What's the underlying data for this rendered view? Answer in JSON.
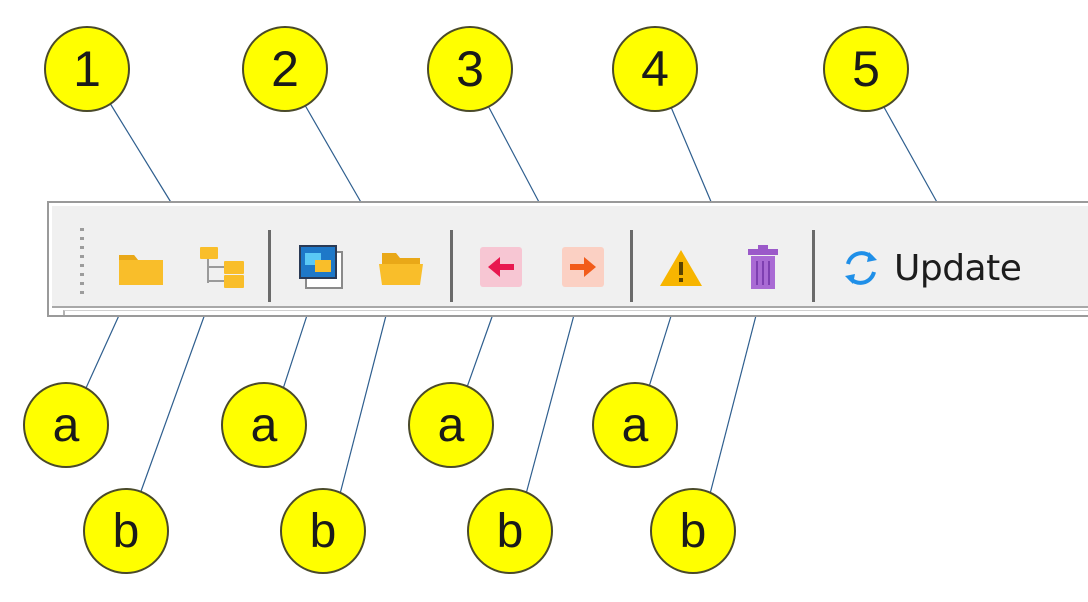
{
  "colors": {
    "badge_fill": "#ffff00",
    "connector_line": "#2e5e8e",
    "folder": "#f9be2a",
    "left_arrow": "#e8174f",
    "right_arrow": "#f25b1a",
    "warning": "#f7b500",
    "trash": "#9b59c9",
    "update_icon": "#1f8fe8"
  },
  "callouts": {
    "group_numbers": [
      "1",
      "2",
      "3",
      "4",
      "5"
    ],
    "item_letters": {
      "g1a": "a",
      "g1b": "b",
      "g2a": "a",
      "g2b": "b",
      "g3a": "a",
      "g3b": "b",
      "g4a": "a",
      "g4b": "b"
    }
  },
  "toolbar": {
    "buttons": [
      {
        "icon": "folder-icon",
        "group": "1",
        "item": "a"
      },
      {
        "icon": "folder-tree-icon",
        "group": "1",
        "item": "b"
      },
      {
        "icon": "window-overlap-icon",
        "group": "2",
        "item": "a"
      },
      {
        "icon": "open-folder-icon",
        "group": "2",
        "item": "b"
      },
      {
        "icon": "arrow-left-icon",
        "group": "3",
        "item": "a"
      },
      {
        "icon": "arrow-right-icon",
        "group": "3",
        "item": "b"
      },
      {
        "icon": "warning-icon",
        "group": "4",
        "item": "a"
      },
      {
        "icon": "trash-icon",
        "group": "4",
        "item": "b"
      }
    ],
    "update_icon": "refresh-icon",
    "update_label": "Update"
  }
}
